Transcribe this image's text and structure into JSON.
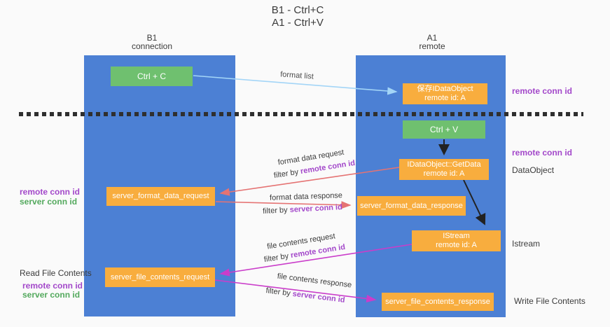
{
  "title": {
    "line1": "B1 - Ctrl+C",
    "line2": "A1 - Ctrl+V"
  },
  "columns": {
    "left": {
      "name": "B1",
      "subtitle": "connection"
    },
    "right": {
      "name": "A1",
      "subtitle": "remote"
    }
  },
  "nodes": {
    "ctrl_c": "Ctrl + C",
    "ctrl_v": "Ctrl + V",
    "save_dataobject": {
      "line1": "保存IDataObject",
      "line2": "remote id: A"
    },
    "getdata": {
      "line1": "IDataObject::GetData",
      "line2": "remote id: A"
    },
    "istream": {
      "line1": "IStream",
      "line2": "remote id: A"
    },
    "server_format_data_request": "server_format_data_request",
    "server_format_data_response": "server_format_data_response",
    "server_file_contents_request": "server_file_contents_request",
    "server_file_contents_response": "server_file_contents_response"
  },
  "edge_labels": {
    "format_list": "format list",
    "format_data_request": "format data request",
    "format_data_response": "format data response",
    "file_contents_request": "file contents request",
    "file_contents_response": "file contents response",
    "filter_by": "filter by ",
    "remote_conn_id": "remote conn id",
    "server_conn_id": "server conn id"
  },
  "side_labels": {
    "right_remote_conn_id_1": "remote conn id",
    "right_remote_conn_id_2": "remote conn id",
    "right_dataobject": "DataObject",
    "right_istream": "Istream",
    "right_write_file_contents": "Write File Contents",
    "left_remote_conn_id_1": "remote conn id",
    "left_server_conn_id_1": "server conn id",
    "left_read_file_contents": "Read File Contents",
    "left_remote_conn_id_2": "remote conn id",
    "left_server_conn_id_2": "server conn id"
  },
  "colors": {
    "background": "#fafafa",
    "column_blue": "#4c80d4",
    "box_orange": "#f8ad3e",
    "box_green": "#6fc06f",
    "arrow_light_blue": "#a3d5f7",
    "arrow_red": "#e57373",
    "arrow_magenta": "#ca3dca",
    "arrow_black": "#222222",
    "text_purple": "#a348ca",
    "text_green": "#53a95d",
    "text_dark": "#3b3b3b",
    "dashed_line": "#2f2f2f"
  }
}
